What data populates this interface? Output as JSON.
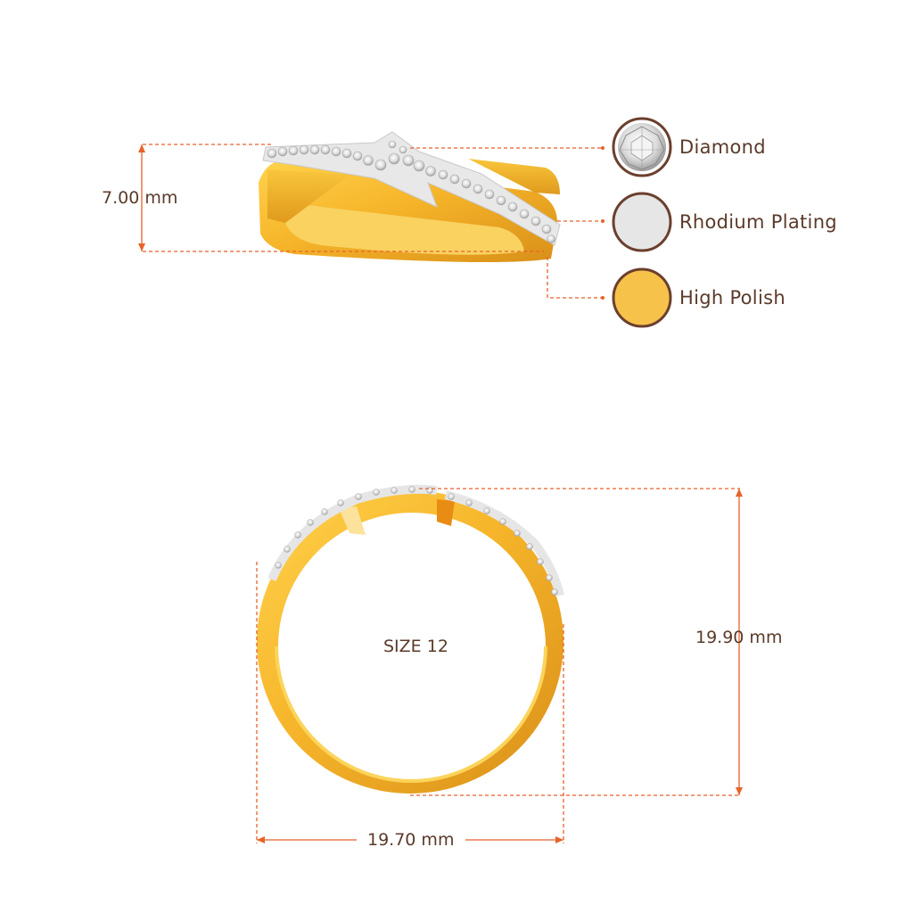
{
  "dimensions": {
    "height": "7.00 mm",
    "outer_height": "19.90 mm",
    "outer_width": "19.70 mm",
    "size": "SIZE 12"
  },
  "legend": [
    {
      "label": "Diamond",
      "icon": "diamond-swatch-icon"
    },
    {
      "label": "Rhodium Plating",
      "icon": "rhodium-swatch-icon"
    },
    {
      "label": "High Polish",
      "icon": "high-polish-swatch-icon"
    }
  ],
  "colors": {
    "accent": "#e8622a",
    "gold": "#f4b52a",
    "gold_dark": "#d9921a",
    "swatch_border": "#6b3f2e",
    "text": "#5a3a2a",
    "rhodium": "#e6e6e6"
  }
}
